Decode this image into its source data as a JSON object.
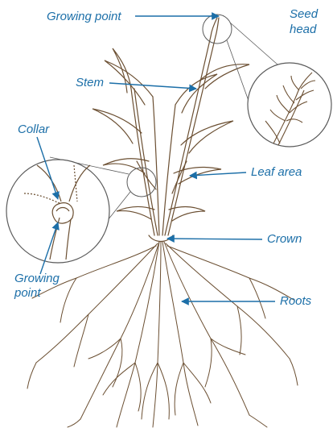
{
  "labels": {
    "growing_point_top": "Growing point",
    "seed_head_line1": "Seed",
    "seed_head_line2": "head",
    "stem": "Stem",
    "collar": "Collar",
    "leaf_area": "Leaf area",
    "crown": "Crown",
    "growing_point_inset_line1": "Growing",
    "growing_point_inset_line2": "point",
    "roots": "Roots"
  },
  "colors": {
    "label": "#1c6fa8",
    "arrow": "#1c6fa8",
    "plant_stroke": "#6b4f32",
    "inset_stroke": "#5a5a5a"
  }
}
